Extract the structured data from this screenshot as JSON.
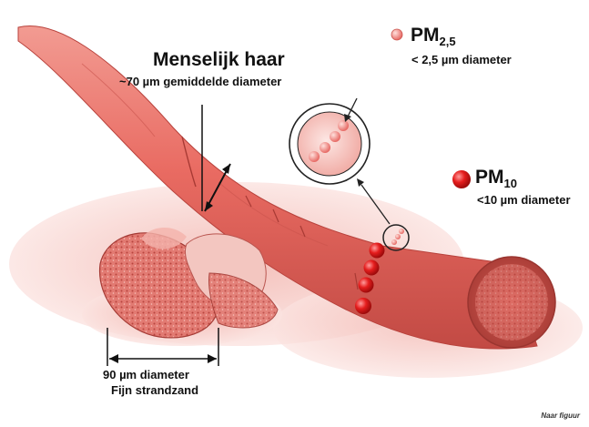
{
  "hair": {
    "title": "Menselijk haar",
    "subtitle": "~70 µm gemiddelde diameter"
  },
  "pm25": {
    "label_main": "PM",
    "label_sub": "2,5",
    "description": "< 2,5 µm diameter"
  },
  "pm10": {
    "label_main": "PM",
    "label_sub": "10",
    "description": "<10 µm diameter"
  },
  "sand": {
    "size": "90 µm diameter",
    "name": "Fijn strandzand"
  },
  "credit": "Naar figuur",
  "colors": {
    "hair_fill": "#e96b62",
    "hair_dark": "#c24a44",
    "particle_red": "#e01818",
    "sand_fill": "#e27a72",
    "shadow": "#f3b9b3"
  }
}
